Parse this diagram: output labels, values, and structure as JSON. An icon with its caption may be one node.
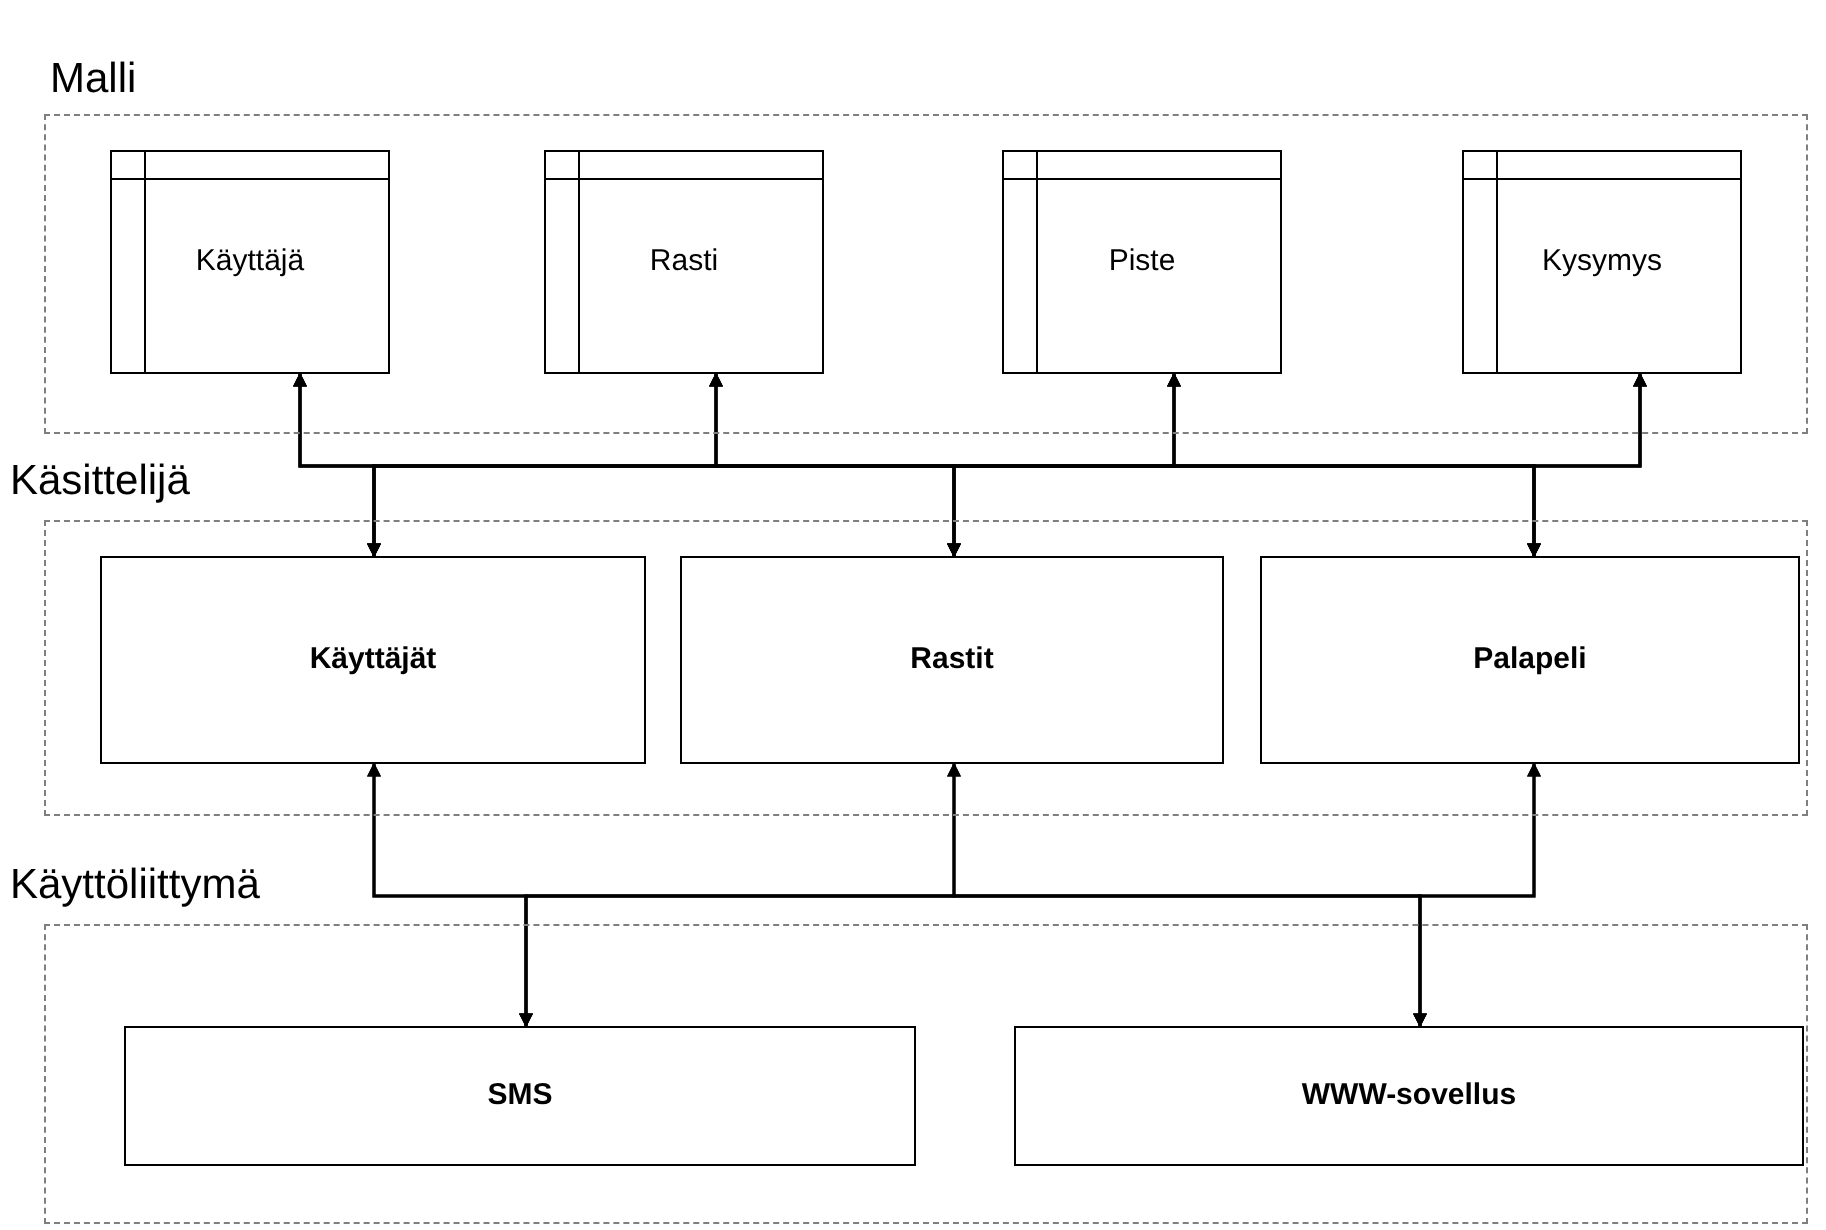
{
  "diagram": {
    "nodes": [
      {
        "text": [
          "Malli"
        ]
      },
      {
        "text": [
          "Käyttäjä"
        ],
        "in": 0
      },
      {
        "text": [
          "Rasti"
        ],
        "in": 0
      },
      {
        "text": [
          "Piste"
        ],
        "in": 0
      },
      {
        "text": [
          "Kysymys"
        ],
        "in": 0
      },
      {
        "text": [
          "Käsittelijä"
        ]
      },
      {
        "text": [
          "Käyttäjät"
        ],
        "in": 5
      },
      {
        "text": [
          "Rastit"
        ],
        "in": 5
      },
      {
        "text": [
          "Palapeli"
        ],
        "in": 5
      },
      {
        "text": [
          "Käyttöliittymä"
        ]
      },
      {
        "text": [
          "SMS"
        ],
        "in": 9
      },
      {
        "text": [
          "WWW-sovellus"
        ],
        "in": 9
      }
    ],
    "edges": [
      {
        "from": 6,
        "to": 1,
        "arrow": "both"
      },
      {
        "from": 6,
        "to": 2,
        "arrow": "both"
      },
      {
        "from": 6,
        "to": 3,
        "arrow": "both"
      },
      {
        "from": 6,
        "to": 4,
        "arrow": "both"
      },
      {
        "from": 7,
        "to": 1,
        "arrow": "both"
      },
      {
        "from": 7,
        "to": 2,
        "arrow": "both"
      },
      {
        "from": 7,
        "to": 3,
        "arrow": "both"
      },
      {
        "from": 7,
        "to": 4,
        "arrow": "both"
      },
      {
        "from": 8,
        "to": 1,
        "arrow": "both"
      },
      {
        "from": 8,
        "to": 2,
        "arrow": "both"
      },
      {
        "from": 8,
        "to": 3,
        "arrow": "both"
      },
      {
        "from": 8,
        "to": 4,
        "arrow": "both"
      },
      {
        "from": 6,
        "to": 10,
        "arrow": "both"
      },
      {
        "from": 6,
        "to": 11,
        "arrow": "both"
      },
      {
        "from": 7,
        "to": 10,
        "arrow": "both"
      },
      {
        "from": 7,
        "to": 11,
        "arrow": "both"
      },
      {
        "from": 8,
        "to": 10,
        "arrow": "both"
      },
      {
        "from": 8,
        "to": 11,
        "arrow": "both"
      }
    ]
  }
}
